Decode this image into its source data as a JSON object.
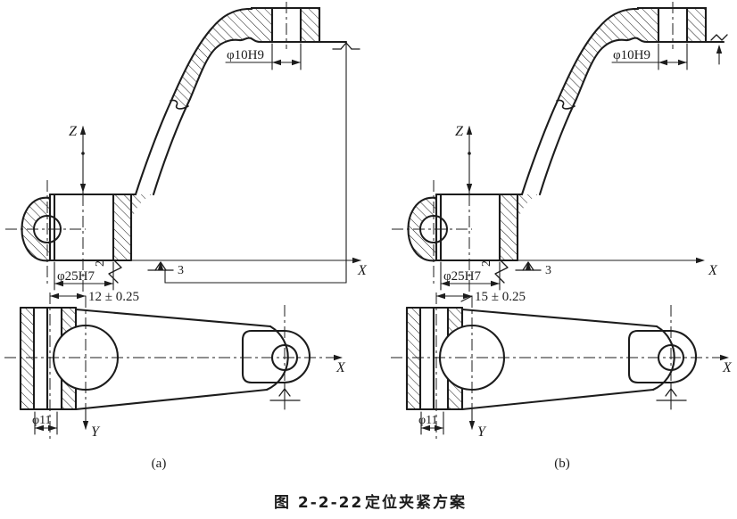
{
  "figure": {
    "number": "图 2-2-22",
    "title": "定位夹紧方案"
  },
  "drawings": [
    {
      "panel": "(a)",
      "axes": {
        "z": "Z",
        "x_front": "X",
        "x_plan": "X",
        "y": "Y"
      },
      "dims": {
        "boss_hole": "φ10H9",
        "hub_bore": "φ25H7",
        "offset": "12 ± 0.25",
        "slot": "φ11"
      },
      "locators": {
        "n2": "2",
        "n3": "3"
      }
    },
    {
      "panel": "(b)",
      "axes": {
        "z": "Z",
        "x_front": "X",
        "x_plan": "X",
        "y": "Y"
      },
      "dims": {
        "boss_hole": "φ10H9",
        "hub_bore": "φ25H7",
        "offset": "15 ± 0.25",
        "slot": "φ11"
      },
      "locators": {
        "n2": "2",
        "n3": "3"
      }
    }
  ]
}
